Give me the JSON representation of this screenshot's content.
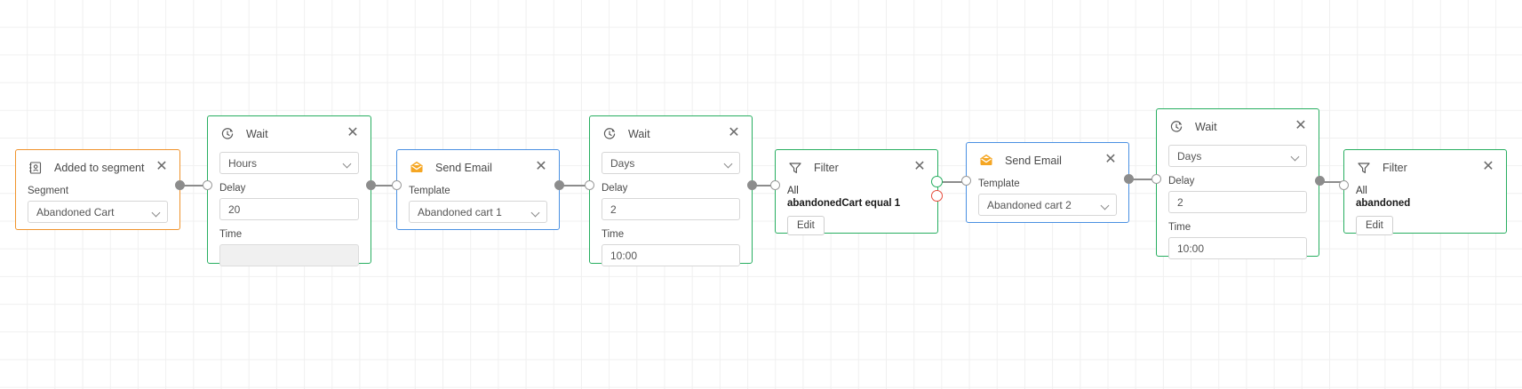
{
  "canvas": {
    "background": "#ffffff",
    "grid_color": "#f0f0f0",
    "grid_size": 31
  },
  "colors": {
    "accent_orange": "#f0932b",
    "accent_green": "#27ae60",
    "accent_blue": "#4a90e2",
    "handle_source": "#8c8c8c",
    "handle_true": "#27ae60",
    "handle_false": "#e74c3c",
    "edge": "#8c8c8c"
  },
  "close_label": "✕",
  "nodes": [
    {
      "id": "added-to-segment",
      "type": "trigger",
      "title": "Added to segment",
      "icon": "contact-card-icon",
      "accent": "orange",
      "fields": {
        "segment_label": "Segment",
        "segment_value": "Abandoned Cart"
      }
    },
    {
      "id": "wait-1",
      "type": "wait",
      "title": "Wait",
      "icon": "clock-icon",
      "accent": "green",
      "fields": {
        "unit_value": "Hours",
        "delay_label": "Delay",
        "delay_value": "20",
        "time_label": "Time",
        "time_value": ""
      }
    },
    {
      "id": "send-email-1",
      "type": "send-email",
      "title": "Send Email",
      "icon": "envelope-icon",
      "accent": "blue",
      "fields": {
        "template_label": "Template",
        "template_value": "Abandoned cart 1"
      }
    },
    {
      "id": "wait-2",
      "type": "wait",
      "title": "Wait",
      "icon": "clock-icon",
      "accent": "green",
      "fields": {
        "unit_value": "Days",
        "delay_label": "Delay",
        "delay_value": "2",
        "time_label": "Time",
        "time_value": "10:00"
      }
    },
    {
      "id": "filter-1",
      "type": "filter",
      "title": "Filter",
      "icon": "funnel-icon",
      "accent": "green",
      "fields": {
        "match_mode": "All",
        "expression": "abandonedCart equal 1",
        "edit_label": "Edit"
      }
    },
    {
      "id": "send-email-2",
      "type": "send-email",
      "title": "Send Email",
      "icon": "envelope-icon",
      "accent": "blue",
      "fields": {
        "template_label": "Template",
        "template_value": "Abandoned cart 2"
      }
    },
    {
      "id": "wait-3",
      "type": "wait",
      "title": "Wait",
      "icon": "clock-icon",
      "accent": "green",
      "fields": {
        "unit_value": "Days",
        "delay_label": "Delay",
        "delay_value": "2",
        "time_label": "Time",
        "time_value": "10:00"
      }
    },
    {
      "id": "filter-2",
      "type": "filter",
      "title": "Filter",
      "icon": "funnel-icon",
      "accent": "green",
      "fields": {
        "match_mode": "All",
        "expression": "abandoned",
        "edit_label": "Edit"
      }
    }
  ]
}
